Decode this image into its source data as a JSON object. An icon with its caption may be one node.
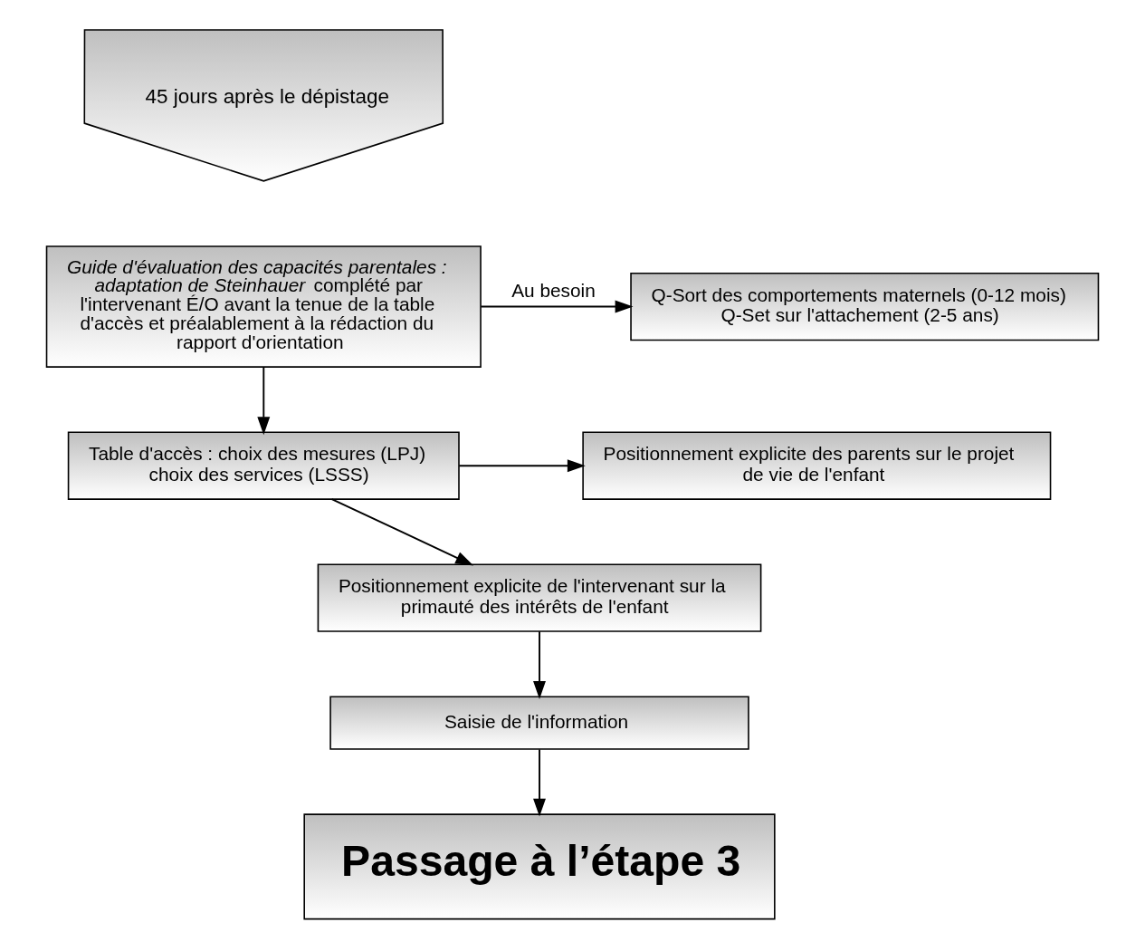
{
  "diagram": {
    "nodes": [
      {
        "text": [
          "45 jours après le dépistage"
        ]
      },
      {
        "text": [
          "*Guide d'évaluation des capacités parentales : adaptation de Steinhauer* complété par l'intervenant É/O avant la tenue de la table d'accès et préalablement à la rédaction du rapport d'orientation"
        ]
      },
      {
        "text": [
          "Q-Sort des comportements maternels (0-12 mois)",
          "Q-Set sur l'attachement (2-5 ans)"
        ]
      },
      {
        "text": [
          "Table d'accès : choix des mesures (LPJ)",
          "choix des services (LSSS)"
        ]
      },
      {
        "text": [
          "Positionnement explicite des parents sur le projet de vie de l'enfant"
        ]
      },
      {
        "text": [
          "Positionnement explicite de l'intervenant sur la primauté des intérêts de l'enfant"
        ]
      },
      {
        "text": [
          "Saisie de l'information"
        ]
      },
      {
        "text": [
          "Passage à l’étape 3"
        ]
      }
    ],
    "edges": [
      {
        "from": 1,
        "to": 2,
        "arrow": "to",
        "label": "Au besoin"
      },
      {
        "from": 1,
        "to": 3,
        "arrow": "to"
      },
      {
        "from": 3,
        "to": 4,
        "arrow": "to"
      },
      {
        "from": 3,
        "to": 5,
        "arrow": "to"
      },
      {
        "from": 5,
        "to": 6,
        "arrow": "to"
      },
      {
        "from": 6,
        "to": 7,
        "arrow": "to"
      }
    ]
  }
}
